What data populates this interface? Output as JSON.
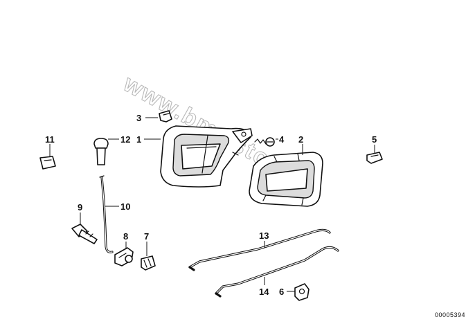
{
  "watermark": "www.bmwstore.pl",
  "document_number": "00005394",
  "callouts": {
    "c1": "1",
    "c2": "2",
    "c3": "3",
    "c4": "4",
    "c5": "5",
    "c6": "6",
    "c7": "7",
    "c8": "8",
    "c9": "9",
    "c10": "10",
    "c11": "11",
    "c12": "12",
    "c13": "13",
    "c14": "14"
  },
  "colors": {
    "line": "#111111",
    "watermark": "#b9b9b9",
    "background": "#ffffff"
  }
}
